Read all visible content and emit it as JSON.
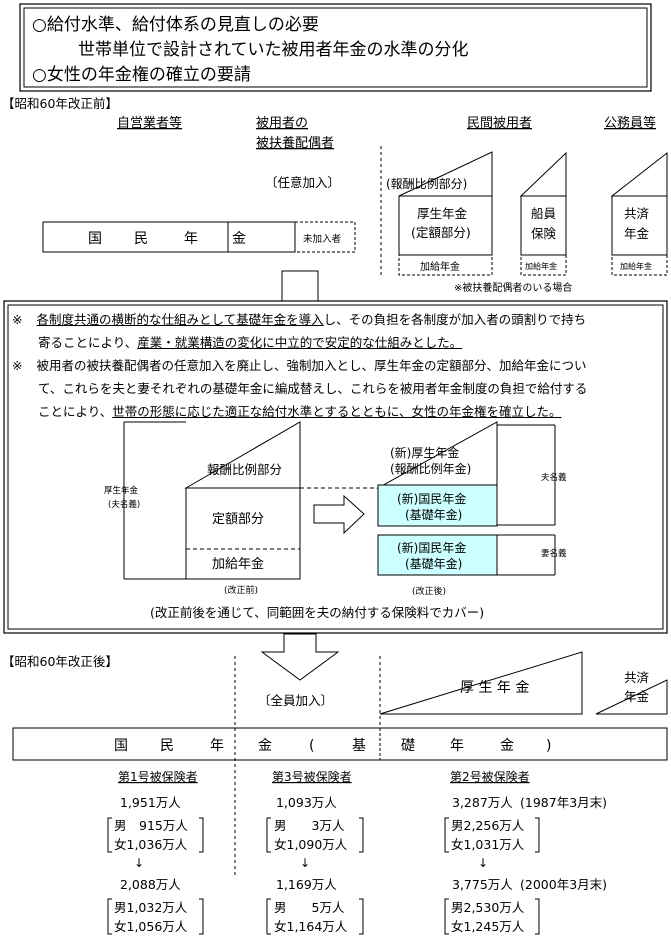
{
  "header": {
    "line1": "○給付水準、給付体系の見直しの必要",
    "line2": "世帯単位で設計されていた被用者年金の水準の分化",
    "line3": "○女性の年金権の確立の要請"
  },
  "before": {
    "section_label": "【昭和60年改正前】",
    "col_self_employed": "自営業者等",
    "col_dependent_spouse_l1": "被用者の",
    "col_dependent_spouse_l2": "被扶養配偶者",
    "voluntary": "〔任意加入〕",
    "national_pension": [
      "国",
      "民",
      "年",
      "金"
    ],
    "not_enrolled": "未加入者",
    "col_private_employees": "民間被用者",
    "col_public_employees": "公務員等",
    "remuneration_part": "(報酬比例部分)",
    "kosei_l1": "厚生年金",
    "kosei_l2": "(定額部分)",
    "seaman_l1": "船員",
    "seaman_l2": "保険",
    "mutual_l1": "共済",
    "mutual_l2": "年金",
    "spousal_addition": "加給年金",
    "spousal_addition_small1": "加給年金",
    "spousal_addition_small2": "加給年金",
    "note_spouse": "※被扶養配偶者のいる場合"
  },
  "reform": {
    "mark": "※",
    "b1_l1_a": "各制度共通の横断的な仕組みとして基礎年金を導入",
    "b1_l1_b": "し、その負担を各制度が加入者の頭割りで持ち",
    "b1_l2_a": "寄ることにより、",
    "b1_l2_b": "産業・就業構造の変化に中立的で安定的な仕組みとした。",
    "b2_l1": "被用者の被扶養配偶者の任意加入を廃止し、強制加入とし、厚生年金の定額部分、加給年金につい",
    "b2_l2": "て、これらを夫と妻それぞれの基礎年金に編成替えし、これらを被用者年金制度の負担で給付する",
    "b2_l3_a": "ことにより、",
    "b2_l3_b": "世帯の形態に応じた適正な給付水準とするとともに、女性の年金権を確立した。",
    "left_label_l1": "厚生年金",
    "left_label_l2": "(夫名義)",
    "remuneration": "報酬比例部分",
    "flat": "定額部分",
    "addition": "加給年金",
    "before_caption": "(改正前)",
    "new_kosei_l1": "(新)厚生年金",
    "new_kosei_l2": "(報酬比例年金)",
    "new_np_l1": "(新)国民年金",
    "new_np_l2": "(基礎年金)",
    "new_np2_l1": "(新)国民年金",
    "new_np2_l2": "(基礎年金)",
    "husband": "夫名義",
    "wife": "妻名義",
    "after_caption": "(改正後)",
    "footer": "(改正前後を通じて、同範囲を夫の納付する保険料でカバー)"
  },
  "after": {
    "section_label": "【昭和60年改正後】",
    "all_enroll": "〔全員加入〕",
    "kosei": "厚 生 年 金",
    "mutual_l1": "共済",
    "mutual_l2": "年金",
    "basic_pension": [
      "国",
      "民",
      "年",
      "金",
      "(",
      "基",
      "礎",
      "年",
      "金",
      ")"
    ],
    "cat1": {
      "label": "第1号被保険者",
      "t1": "1,951万人",
      "m1": "男　915万人",
      "f1": "女1,036万人",
      "arrow": "↓",
      "t2": "2,088万人",
      "m2": "男1,032万人",
      "f2": "女1,056万人"
    },
    "cat3": {
      "label": "第3号被保険者",
      "t1": "1,093万人",
      "m1": "男　　3万人",
      "f1": "女1,090万人",
      "arrow": "↓",
      "t2": "1,169万人",
      "m2": "男　　5万人",
      "f2": "女1,164万人"
    },
    "cat2": {
      "label": "第2号被保険者",
      "t1": "3,287万人",
      "d1": "(1987年3月末)",
      "m1": "男2,256万人",
      "f1": "女1,031万人",
      "arrow": "↓",
      "t2": "3,775万人",
      "d2": "(2000年3月末)",
      "m2": "男2,530万人",
      "f2": "女1,245万人"
    }
  },
  "colors": {
    "basic_pension_fill": "#ccffff",
    "line": "#000000"
  }
}
